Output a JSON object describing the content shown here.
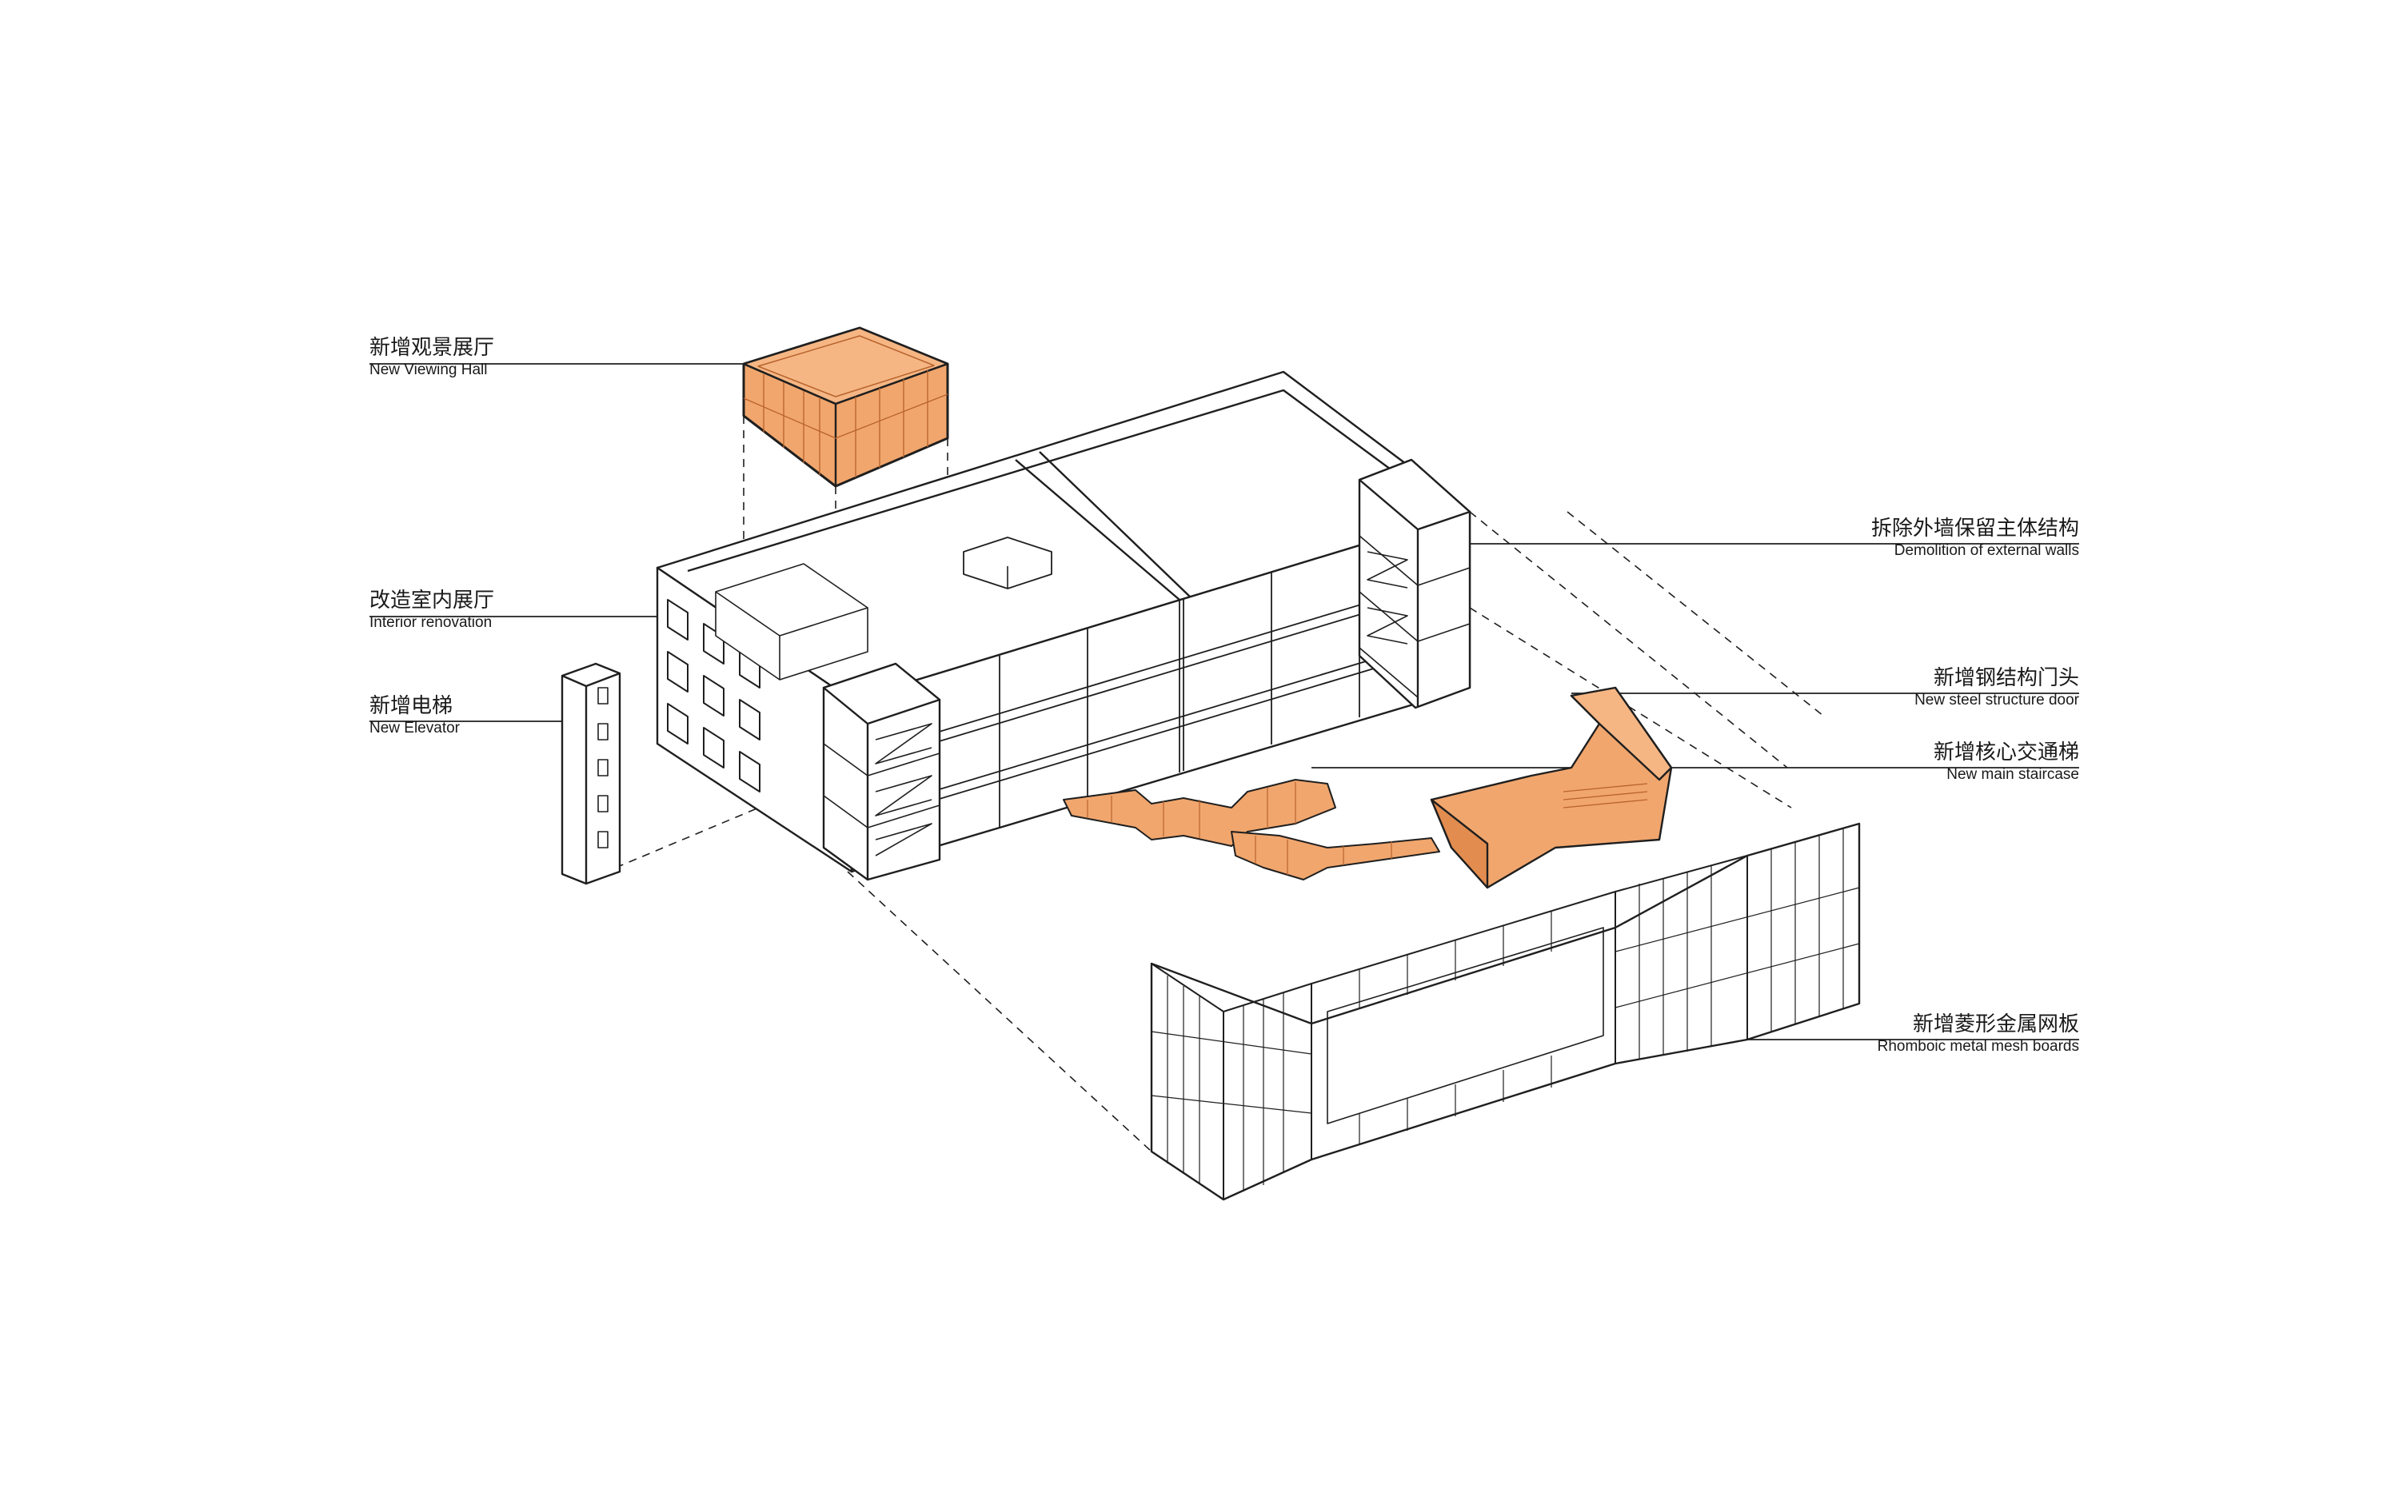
{
  "colors": {
    "line": "#1f1f1f",
    "accent": "#f1a66d",
    "accent_dark": "#b8632c",
    "background": "#ffffff"
  },
  "labels": {
    "viewing_hall": {
      "zh": "新增观景展厅",
      "en": "New Viewing Hall"
    },
    "interior": {
      "zh": "改造室内展厅",
      "en": "Interior renovation"
    },
    "elevator": {
      "zh": "新增电梯",
      "en": "New Elevator"
    },
    "demolition": {
      "zh": "拆除外墙保留主体结构",
      "en": "Demolition of external walls"
    },
    "steel_door": {
      "zh": "新增钢结构门头",
      "en": "New steel structure door"
    },
    "staircase": {
      "zh": "新增核心交通梯",
      "en": "New main staircase"
    },
    "mesh": {
      "zh": "新增菱形金属网板",
      "en": "Rhomboic metal mesh boards"
    }
  }
}
